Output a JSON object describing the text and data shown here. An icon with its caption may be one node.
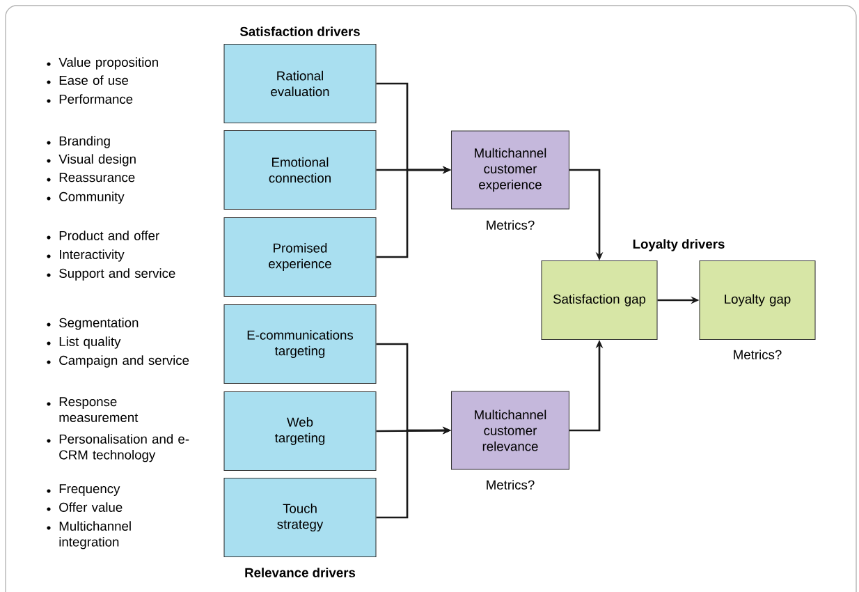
{
  "diagram": {
    "nodes": [
      {
        "text": [
          "Rational evaluation"
        ],
        "beside": [
          "Value proposition",
          "Ease of use",
          "Performance"
        ]
      },
      {
        "text": [
          "Emotional connection"
        ],
        "beside": [
          "Branding",
          "Visual design",
          "Reassurance",
          "Community"
        ]
      },
      {
        "text": [
          "Promised experience"
        ],
        "beside": [
          "Product and offer",
          "Interactivity",
          "Support and service"
        ]
      },
      {
        "text": [
          "E-communications targeting"
        ],
        "beside": [
          "Segmentation",
          "List quality",
          "Campaign and service"
        ]
      },
      {
        "text": [
          "Web targeting"
        ],
        "beside": [
          "Response measurement",
          "Personalisation and e-CRM technology"
        ]
      },
      {
        "text": [
          "Touch strategy"
        ],
        "beside": [
          "Frequency",
          "Offer value",
          "Multichannel integration"
        ]
      },
      {
        "text": [
          "Multichannel customer experience"
        ],
        "beside": [
          "Metrics?"
        ]
      },
      {
        "text": [
          "Multichannel customer relevance"
        ],
        "beside": [
          "Metrics?"
        ]
      },
      {
        "text": [
          "Satisfaction gap"
        ]
      },
      {
        "text": [
          "Loyalty gap"
        ],
        "beside": [
          "Metrics?"
        ]
      }
    ],
    "edges": [
      {
        "from": 0,
        "to": 6,
        "arrow": "to"
      },
      {
        "from": 1,
        "to": 6,
        "arrow": "to"
      },
      {
        "from": 2,
        "to": 6,
        "arrow": "to"
      },
      {
        "from": 3,
        "to": 7,
        "arrow": "to"
      },
      {
        "from": 4,
        "to": 7,
        "arrow": "to"
      },
      {
        "from": 5,
        "to": 7,
        "arrow": "to"
      },
      {
        "from": 6,
        "to": 8,
        "arrow": "to"
      },
      {
        "from": 7,
        "to": 8,
        "arrow": "to"
      },
      {
        "from": 8,
        "to": 9,
        "arrow": "to"
      }
    ],
    "labels": [
      "Satisfaction drivers",
      "Loyalty drivers",
      "Relevance drivers"
    ]
  }
}
